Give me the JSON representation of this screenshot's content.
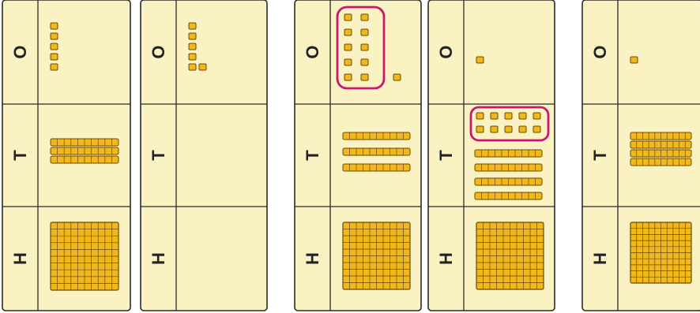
{
  "colors": {
    "chart_bg": "#fbf2c4",
    "border": "#2a2a2a",
    "block_fill": "#f0b81c",
    "block_stroke": "#6b4a00",
    "highlight": "#c8176e"
  },
  "row_labels": {
    "ones": "O",
    "tens": "T",
    "hundreds": "H"
  },
  "panels": [
    {
      "ones": 5,
      "tens": 3,
      "hundreds": 1,
      "ones_circled": false,
      "tens_circled": false
    },
    {
      "ones": 6,
      "tens": 0,
      "hundreds": 0,
      "ones_circled": false,
      "tens_circled": false
    },
    {
      "ones": 11,
      "tens": 3,
      "hundreds": 1,
      "ones_circled": true,
      "tens_circled": false
    },
    {
      "ones": 1,
      "tens": 4,
      "hundreds": 1,
      "ones_circled": false,
      "tens_circled": true
    },
    {
      "ones": 1,
      "tens": 4,
      "hundreds": 1,
      "ones_circled": false,
      "tens_circled": false
    }
  ]
}
